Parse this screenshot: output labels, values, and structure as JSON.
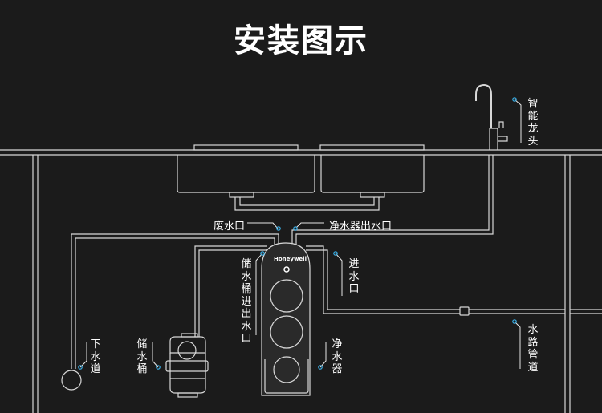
{
  "title": "安装图示",
  "brand": "Honeywell",
  "labels": {
    "faucet": "智能龙头",
    "drain_outlet": "废水口",
    "purifier_outlet": "净水器出水口",
    "tank_inlet_outlet": "储水桶进出水口",
    "water_inlet": "进水口",
    "pipeline": "水路管道",
    "floor_drain": "下水道",
    "storage_tank": "储水桶",
    "purifier": "净水器"
  },
  "colors": {
    "background": "#1b1b1b",
    "line": "#d8d8d8",
    "leader": "#e6e6e6",
    "marker": "#3ab0e8",
    "device": "#2a2a2a"
  }
}
